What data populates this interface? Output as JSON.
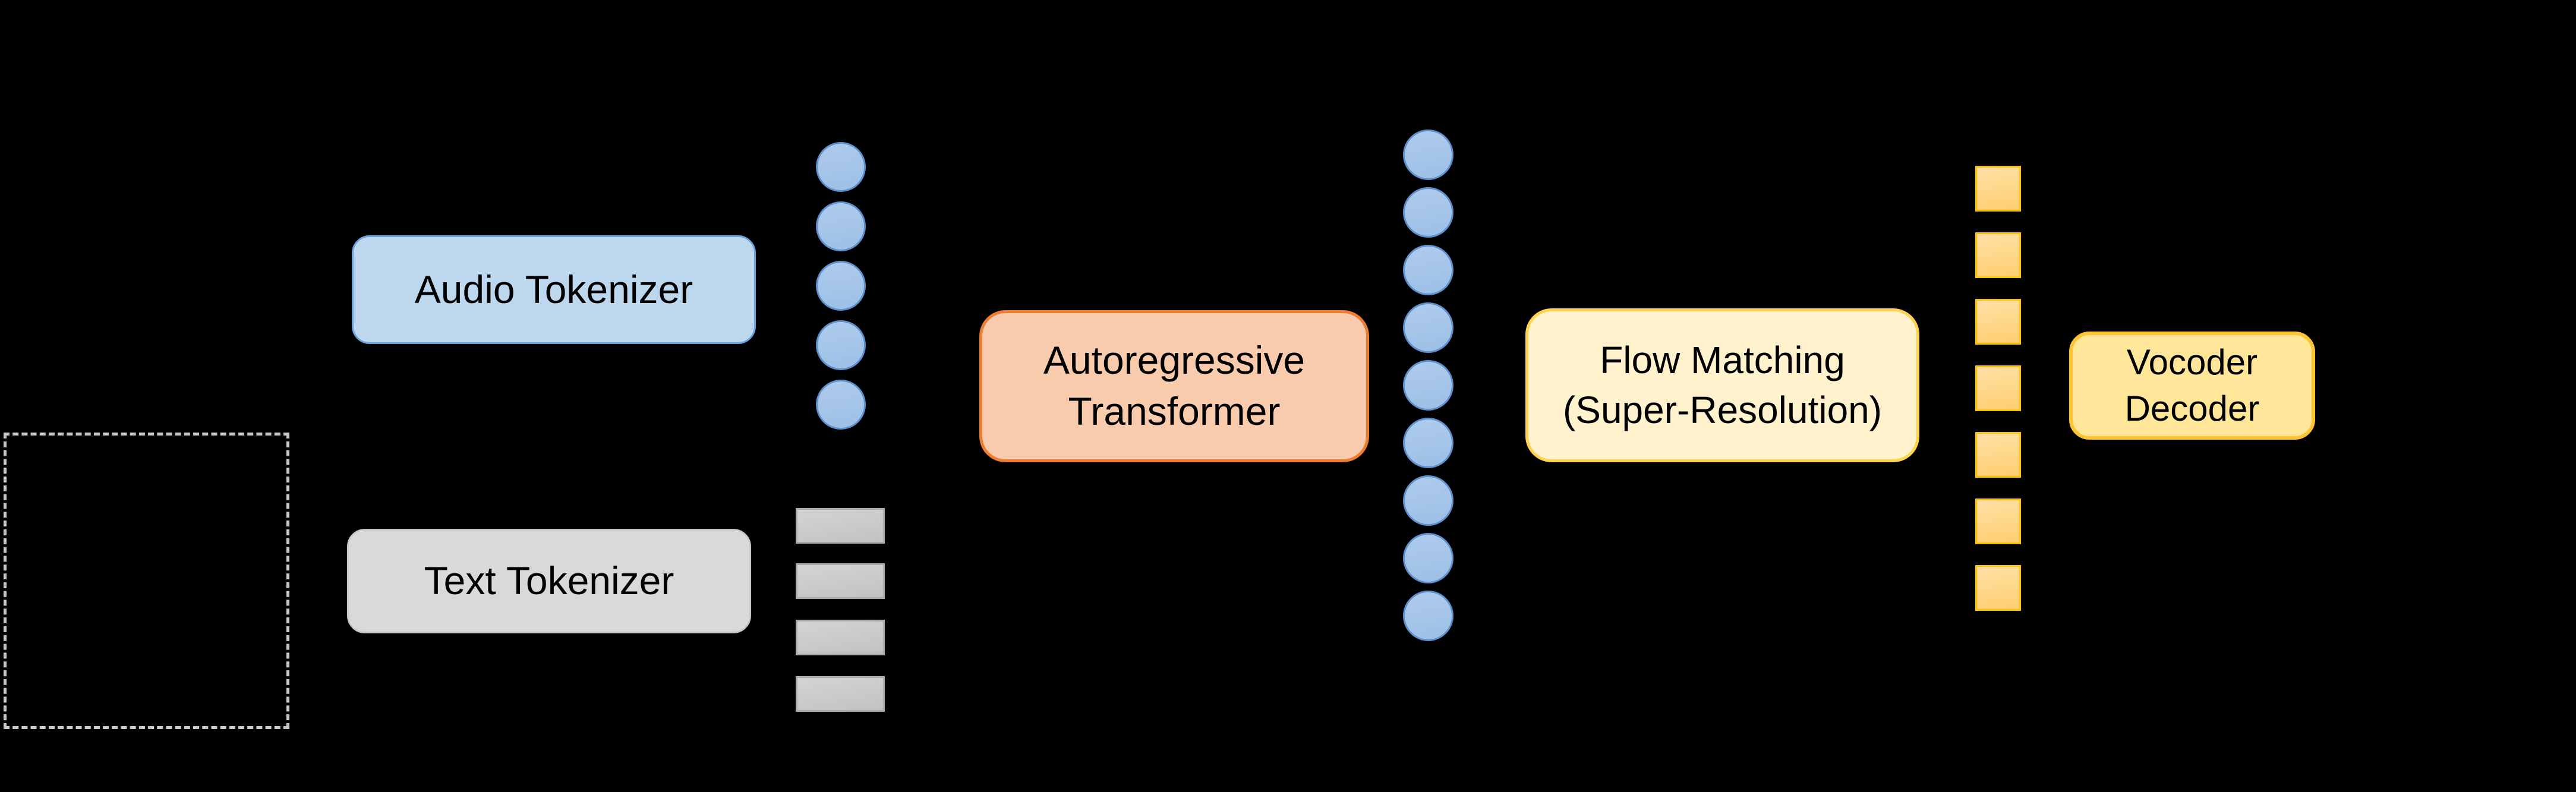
{
  "diagram": {
    "background_color": "#000000",
    "nodes": {
      "audio_tokenizer": {
        "label": "Audio Tokenizer",
        "fill": "#BDD7EE",
        "border": "#6FA3DC"
      },
      "text_tokenizer": {
        "label": "Text Tokenizer",
        "fill": "#D9D9D9",
        "border": "#C8C8C8"
      },
      "autoregressive_transformer": {
        "label": "Autoregressive\nTransformer",
        "fill": "#F8CBAD",
        "border": "#ED7D31"
      },
      "flow_matching": {
        "label": "Flow Matching\n(Super-Resolution)",
        "fill": "#FFF2CC",
        "border": "#FFD34D"
      },
      "vocoder_decoder": {
        "label": "Vocoder\nDecoder",
        "fill": "#FFE699",
        "border": "#FFC431"
      }
    },
    "reference_box": {
      "style": "dashed",
      "border_color": "#C9C9C9",
      "content": ""
    },
    "token_columns": [
      {
        "name": "audio-token-column",
        "shape": "circle",
        "count": 5,
        "fill_top": "#AECBEC",
        "fill_bottom": "#9DBFE6",
        "border": "#5F90CE"
      },
      {
        "name": "text-token-column",
        "shape": "bar",
        "count": 4,
        "fill_top": "#D4D4D4",
        "fill_bottom": "#C2C2C2",
        "border": "#A9A9A9"
      },
      {
        "name": "generated-token-column",
        "shape": "circle",
        "count": 9,
        "fill_top": "#AECBEC",
        "fill_bottom": "#9DBFE6",
        "border": "#5F90CE"
      },
      {
        "name": "acoustic-token-column",
        "shape": "square",
        "count": 7,
        "fill_top": "#FFE0A6",
        "fill_bottom": "#FFCF70",
        "border": "#FFC000"
      }
    ]
  }
}
